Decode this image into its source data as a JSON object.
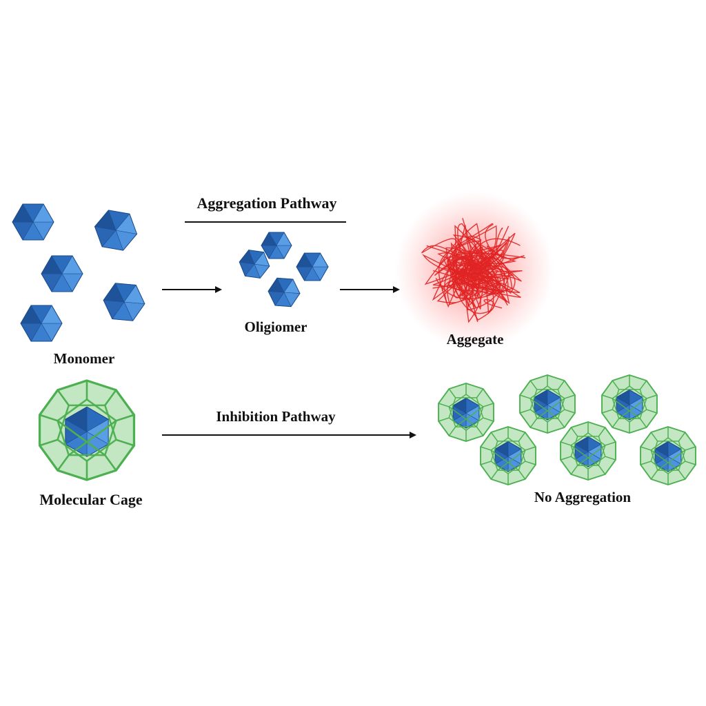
{
  "labels": {
    "aggregation_pathway": "Aggregation Pathway",
    "monomer": "Monomer",
    "oligomer": "Oligiomer",
    "aggregate": "Aggegate",
    "inhibition_pathway": "Inhibition Pathway",
    "molecular_cage": "Molecular Cage",
    "no_aggregation": "No Aggregation"
  },
  "colors": {
    "monomer_blue": "#2f6fc2",
    "aggregate_red": "#e02424",
    "cage_green": "#4caf50",
    "arrow_black": "#111111"
  },
  "icons": {
    "monomer": "hexagonal-monomer-icon",
    "aggregate": "tangled-fibril-icon",
    "cage": "polyhedral-cage-icon"
  }
}
